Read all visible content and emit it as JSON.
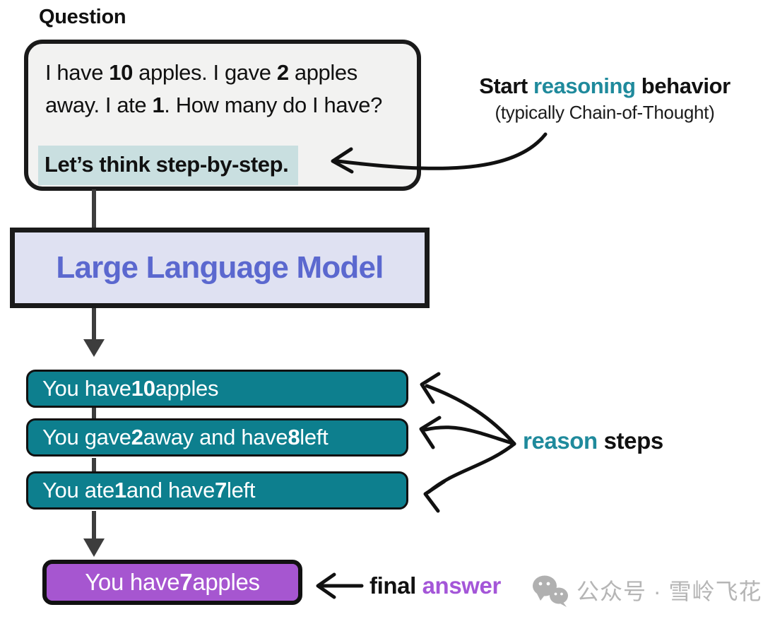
{
  "palette": {
    "teal_accent": "#1f8a9c",
    "teal_box": "#0d7f8e",
    "purple_box": "#a656d0",
    "purple_accent": "#a456d8",
    "lavender_box": "#dfe1f2",
    "llm_text": "#5b68cf",
    "question_box_bg": "#f2f2f1",
    "highlight_bg": "#c9dfe0",
    "flow_line_gray": "#3d3d3d",
    "ink": "#111111",
    "watermark_gray": "#b5b5b5"
  },
  "question": {
    "label": "Question",
    "body_segments": [
      {
        "t": "I have ",
        "b": false
      },
      {
        "t": "10",
        "b": true
      },
      {
        "t": " apples. I gave ",
        "b": false
      },
      {
        "t": "2",
        "b": true
      },
      {
        "t": " apples away. I ate ",
        "b": false
      },
      {
        "t": "1",
        "b": true
      },
      {
        "t": ". How many do I have?",
        "b": false
      }
    ],
    "highlight_text": "Let’s think step-by-step."
  },
  "annotations": {
    "start_reasoning": {
      "line1_segments": [
        {
          "t": "Start ",
          "c": "ink"
        },
        {
          "t": "reasoning",
          "c": "teal",
          "b": true
        },
        {
          "t": " behavior",
          "c": "ink"
        }
      ],
      "line2": "(typically Chain-of-Thought)"
    },
    "reason_steps_segments": [
      {
        "t": "reason",
        "c": "teal"
      },
      {
        "t": " steps",
        "c": "ink"
      }
    ],
    "final_answer_segments": [
      {
        "t": "final ",
        "c": "ink"
      },
      {
        "t": "answer",
        "c": "purple"
      }
    ]
  },
  "llm_box": {
    "label": "Large Language Model"
  },
  "reason_boxes": [
    {
      "segments": [
        {
          "t": "You have ",
          "b": false
        },
        {
          "t": "10",
          "b": true
        },
        {
          "t": " apples",
          "b": false
        }
      ]
    },
    {
      "segments": [
        {
          "t": "You gave ",
          "b": false
        },
        {
          "t": "2",
          "b": true
        },
        {
          "t": " away and have ",
          "b": false
        },
        {
          "t": "8",
          "b": true
        },
        {
          "t": " left",
          "b": false
        }
      ]
    },
    {
      "segments": [
        {
          "t": "You ate ",
          "b": false
        },
        {
          "t": "1",
          "b": true
        },
        {
          "t": " and have ",
          "b": false
        },
        {
          "t": "7",
          "b": true
        },
        {
          "t": " left",
          "b": false
        }
      ]
    }
  ],
  "final_box": {
    "segments": [
      {
        "t": "You have ",
        "b": false
      },
      {
        "t": "7",
        "b": true
      },
      {
        "t": " apples",
        "b": false
      }
    ]
  },
  "watermark": {
    "icon": "wechat-icon",
    "text": "公众号 · 雪岭飞花"
  }
}
